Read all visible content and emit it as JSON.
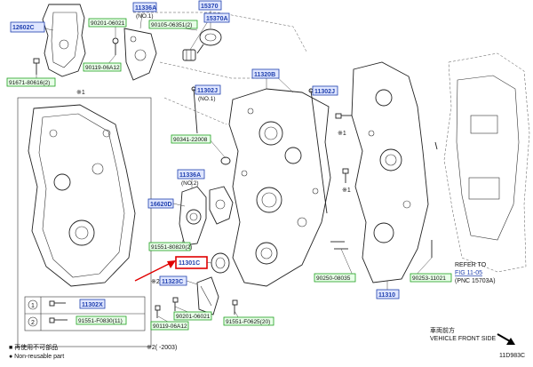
{
  "labels": {
    "l12602C": "12602C",
    "l90201_06021_top": "90201-06021",
    "l11336A_top": "11336A",
    "l_no1": "(NO.1)",
    "l90105_06351": "90105-06351(2)",
    "l15370": "15370",
    "l15370A": "15370A",
    "l90119_06A12_top": "90119-06A12",
    "l91671_80616": "91671-80616(2)",
    "l11320B": "11320B",
    "l11302J_left": "11302J",
    "l_no1_b": "(NO.1)",
    "l11302J_right": "11302J",
    "l90341_22008": "90341-22008",
    "l11336A_mid": "11336A",
    "l_no2": "(NO.2)",
    "l16620D": "16620D",
    "l91551_80820": "91551-80820(2)",
    "l11301C": "11301C",
    "l11323C": "11323C",
    "l90201_06021_bot": "90201-06021",
    "l90119_06A12_bot": "90119-06A12",
    "l91551_F0625": "91551-F0625(20)",
    "l90250_08035": "90250-08035",
    "l90253_11021": "90253-11021",
    "l11310": "11310",
    "l11302X": "11302X",
    "l91551_F0830": "91551-F0830(11)",
    "l_asterisk1_a": "※1",
    "l_asterisk1_b": "※1",
    "l_asterisk1_c": "※1",
    "l_asterisk2": "※2",
    "l_asterisk2_note": "※2(      -2003)",
    "l_num1": "1",
    "l_num2": "2"
  },
  "refer": {
    "line1": "REFER TO",
    "line2": "FIG 11-05",
    "line3": "(PNC 15703A)"
  },
  "legend": {
    "jp": "■ 再使用不可部品",
    "en": "● Non-reusable part"
  },
  "front": {
    "jp": "車両前方",
    "en": "VEHICLE FRONT SIDE"
  },
  "figure_code": "11D983C",
  "colors": {
    "label_blue": "#1f3fae",
    "label_fill": "#dfe6ff",
    "green_box": "#20a020",
    "highlight_red": "#e00000"
  }
}
